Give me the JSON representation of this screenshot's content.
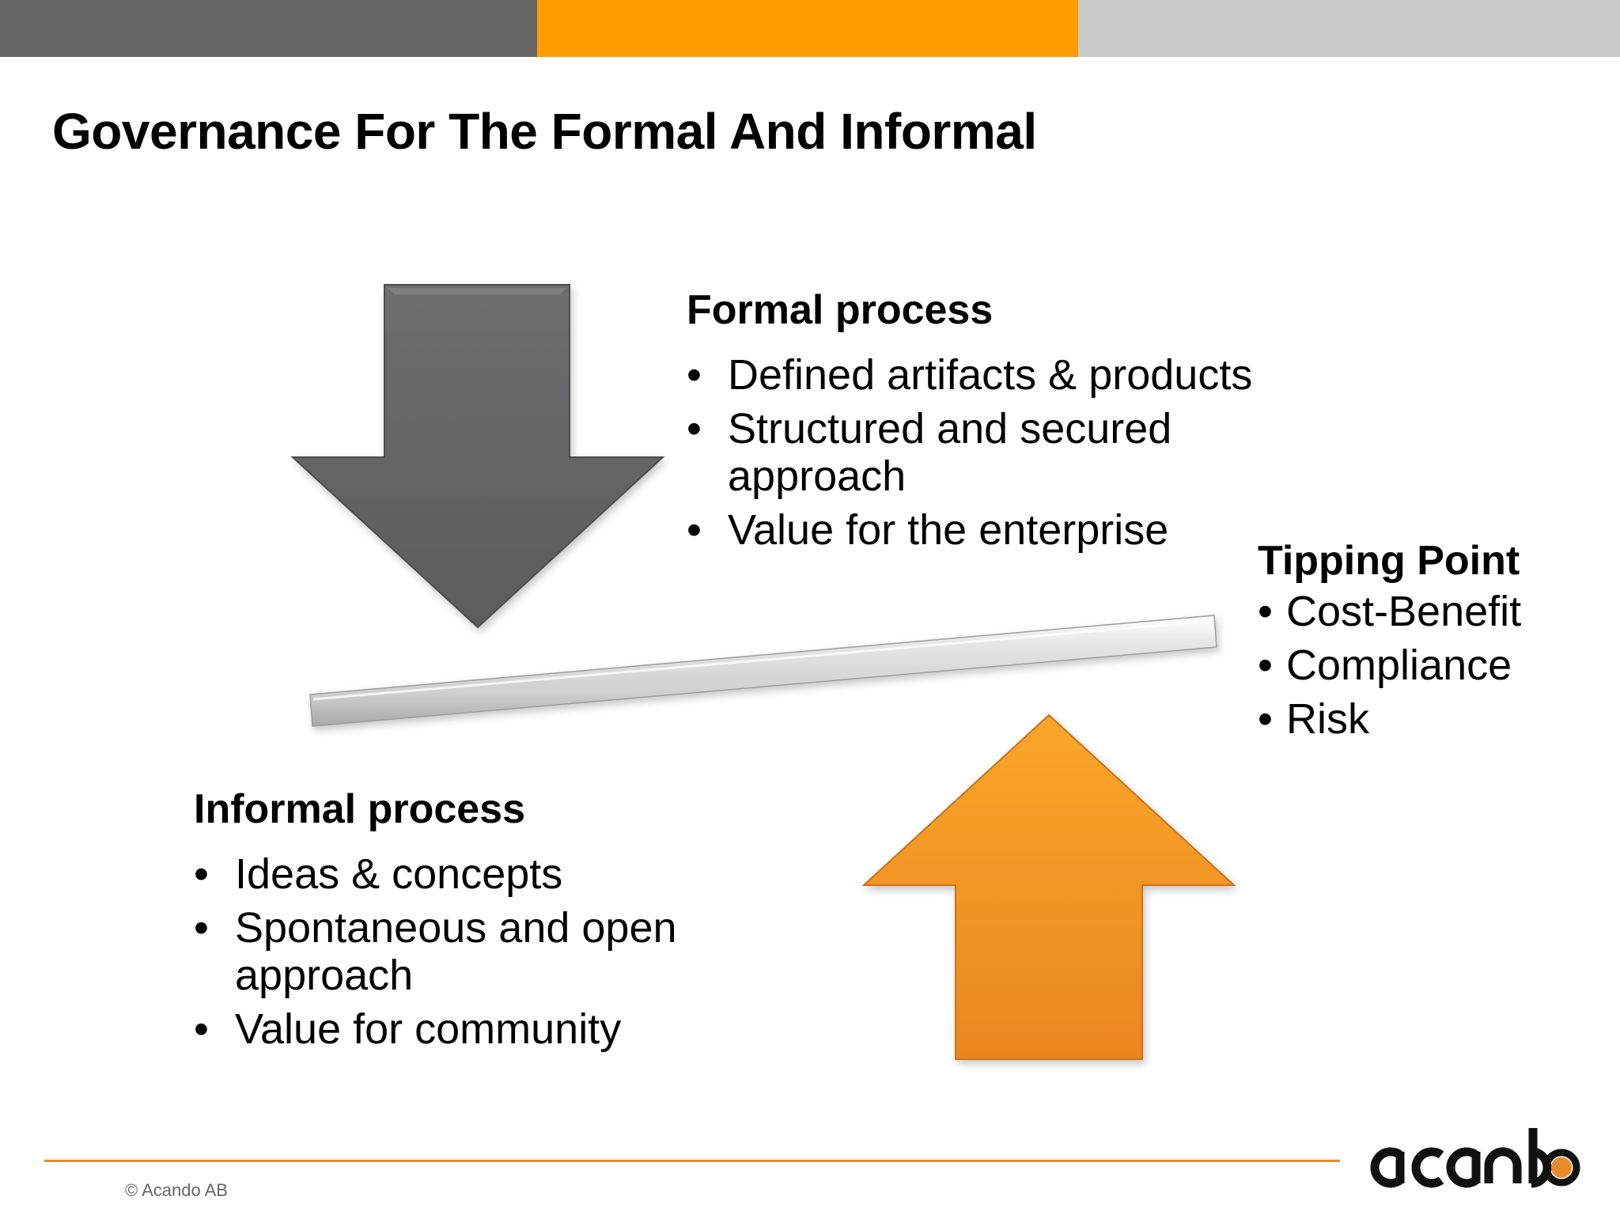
{
  "header": {
    "bar_colors": [
      "#666666",
      "#ff9c00",
      "#c9cbc8"
    ]
  },
  "slide": {
    "title": "Governance For The Formal And Informal"
  },
  "formal": {
    "heading": "Formal process",
    "bullet": "•",
    "items": [
      "Defined artifacts & products",
      "Structured and secured approach",
      "Value for the enterprise"
    ]
  },
  "tipping": {
    "heading": "Tipping Point",
    "bullet": "•",
    "items": [
      "Cost-Benefit",
      "Compliance",
      "Risk"
    ]
  },
  "informal": {
    "heading": "Informal process",
    "bullet": "•",
    "items": [
      "Ideas & concepts",
      "Spontaneous and open approach",
      "Value for community"
    ]
  },
  "diagram": {
    "down_arrow": {
      "label": "formal-pressure",
      "color": "#646364",
      "icon": "arrow-down-icon"
    },
    "up_arrow": {
      "label": "informal-pressure",
      "color": "#f39b22",
      "icon": "arrow-up-icon"
    },
    "seesaw": {
      "color": "#d8d8d8",
      "icon": "seesaw-bar"
    }
  },
  "footer": {
    "copyright": "© Acando AB",
    "logo_text": "acando",
    "accent": "#e8892a"
  }
}
